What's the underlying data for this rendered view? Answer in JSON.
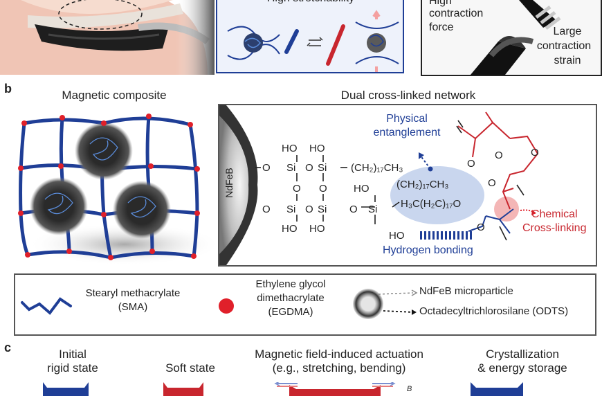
{
  "top": {
    "stretch_label": "High stretchability",
    "contraction_force_1": "High",
    "contraction_force_2": "contraction",
    "contraction_force_3": "force",
    "strain_1": "Large",
    "strain_2": "contraction",
    "strain_3": "strain"
  },
  "panel_b": {
    "letter": "b",
    "composite_title": "Magnetic composite",
    "network_title": "Dual cross-linked network",
    "ndfeb": "NdFeB",
    "physical_1": "Physical",
    "physical_2": "entanglement",
    "chemical_1": "Chemical",
    "chemical_2": "Cross-linking",
    "hbond": "Hydrogen bonding",
    "chem": {
      "ho": "HO",
      "o": "O",
      "si": "Si",
      "chain1": "(CH₂)₁₇CH₃",
      "chain2": "(CH₂)₁₇CH₃",
      "chain3": "H₃C(H₂C)₁₇O"
    }
  },
  "legend": {
    "sma_1": "Stearyl methacrylate",
    "sma_2": "(SMA)",
    "egdma_1": "Ethylene glycol",
    "egdma_2": "dimethacrylate",
    "egdma_3": "(EGDMA)",
    "ndfeb": "NdFeB microparticle",
    "odts": "Octadecyltrichlorosilane (ODTS)"
  },
  "panel_c": {
    "letter": "c",
    "s1_1": "Initial",
    "s1_2": "rigid state",
    "s2": "Soft state",
    "s3_1": "Magnetic field-induced actuation",
    "s3_2": "(e.g., stretching, bending)",
    "s4_1": "Crystallization",
    "s4_2": "& energy storage",
    "b_symbol": "B"
  },
  "colors": {
    "blue": "#1f3e96",
    "red": "#c8262e",
    "bubble": "#c9d6ee",
    "pink": "#f4b6b6"
  }
}
